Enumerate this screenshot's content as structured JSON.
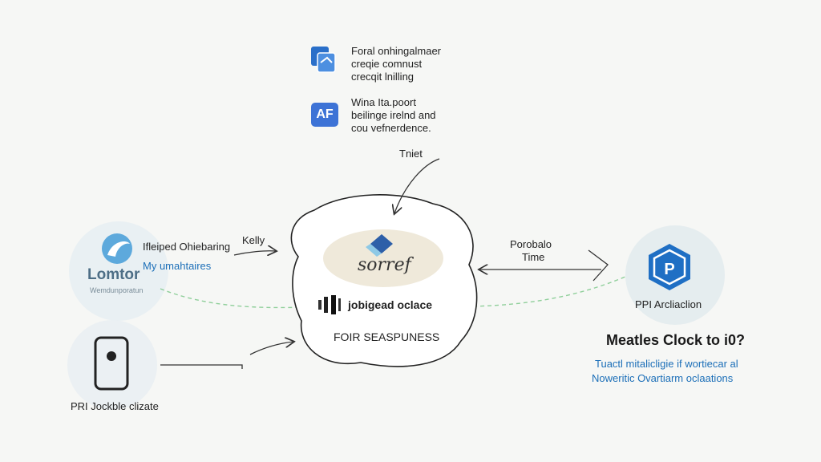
{
  "legend": {
    "item1": {
      "icon": "stacked-documents-icon",
      "color": "#2a6fc9",
      "lines": [
        "Foral onhingalmaer",
        "creqie comnust",
        "crecqit lnilling"
      ]
    },
    "item2": {
      "icon": "af-badge-icon",
      "badge_text": "AF",
      "color": "#3d73d6",
      "lines": [
        "Wina Ita.poort",
        "beilinge irelnd and",
        "cou vefnerdence."
      ]
    }
  },
  "top_arrow_label": "Tniet",
  "left_top": {
    "logo_text": "Lomtor",
    "logo_sub": "Wemdunporatun",
    "label_line1": "Ifleiped Ohiebaring",
    "label_line2": "My umahtaires",
    "arrow_label": "Kelly"
  },
  "left_bottom": {
    "icon": "smartphone-icon",
    "label": "PRI Jockble clizate"
  },
  "center": {
    "brand_icon": "blue-ribbon-icon",
    "script_text": "sorref",
    "title_icon": "barcode-icon",
    "title": "jobigead oclace",
    "subtitle": "FOIR SEASPUNESS"
  },
  "right": {
    "arrow_label_line1": "Porobalo",
    "arrow_label_line2": "Time",
    "logo_icon": "hexagon-p-icon",
    "logo_label": "PPI Arcliaclion",
    "heading": "Meatles Clock to i0?",
    "desc_line1": "Tuactl mitalicligie if wortiecar al",
    "desc_line2": "Noweritic Ovartiarm oclaations"
  },
  "colors": {
    "accent_blue": "#1c6fb8",
    "dashed_green": "#8fcf9a",
    "left_circle": "#e6eef2",
    "right_circle": "#e3ebee",
    "center_ellipse": "#efe9da"
  }
}
